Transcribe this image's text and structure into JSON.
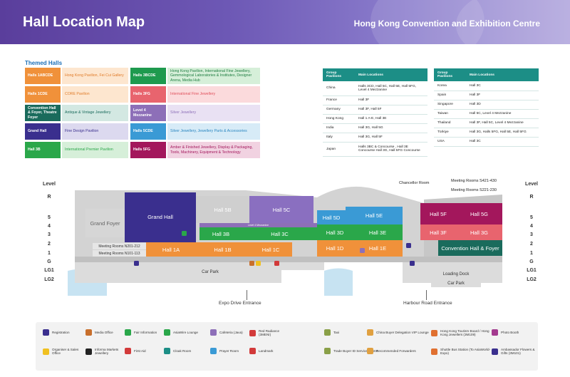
{
  "banner": {
    "title": "Hall Location Map",
    "subtitle": "Hong Kong Convention and Exhibition Centre"
  },
  "themed": {
    "title": "Themed Halls",
    "items": [
      {
        "code": "Halls 1ABCDE",
        "desc": "Hong Kong Pavilion, Fei Cui Gallery",
        "code_color": "#f0913a",
        "desc_bg": "#fde6cf",
        "desc_color": "#e07c2a"
      },
      {
        "code": "Halls 1CDE",
        "desc": "CORE Pavilion",
        "code_color": "#f0913a",
        "desc_bg": "#fde6cf",
        "desc_color": "#e07c2a"
      },
      {
        "code": "Convention Hall & Foyer, Theatre Foyer",
        "desc": "Antique & Vintage Jewellery",
        "code_color": "#1a6b5c",
        "desc_bg": "#d3e8e2",
        "desc_color": "#1a6b5c"
      },
      {
        "code": "Grand Hall",
        "desc": "Fine Design Pavilion",
        "code_color": "#3a2f8e",
        "desc_bg": "#dcd9ef",
        "desc_color": "#3a2f8e"
      },
      {
        "code": "Hall 3B",
        "desc": "International Premier Pavilion",
        "code_color": "#2aa74a",
        "desc_bg": "#d6efd9",
        "desc_color": "#2aa74a"
      },
      {
        "code": "Halls 3BCDE",
        "desc": "Hong Kong Pavilion, International Fine Jewellery, Gemmological Laboratories & Institutes, Designer Arena, Media Hub",
        "code_color": "#1e9a4e",
        "desc_bg": "#d6efd9",
        "desc_color": "#1e7d40"
      },
      {
        "code": "Halls 3FG",
        "desc": "International Fine Jewellery",
        "code_color": "#e8646e",
        "desc_bg": "#fbdadc",
        "desc_color": "#e0505c"
      },
      {
        "code": "Level 4 Mezzanine",
        "desc": "Silver Jewellery",
        "code_color": "#8d6fb8",
        "desc_bg": "#e9e1f3",
        "desc_color": "#8d6fb8"
      },
      {
        "code": "Halls 5CDE",
        "desc": "Silver Jewellery, Jewellery Parts & Accessories",
        "code_color": "#3a9ad5",
        "desc_bg": "#d7ebf7",
        "desc_color": "#2a86c0"
      },
      {
        "code": "Halls 5FG",
        "desc": "Amber & Finished Jewellery, Display & Packaging, Tools, Machinery, Equipment & Technology",
        "code_color": "#a3175c",
        "desc_bg": "#f1d2e1",
        "desc_color": "#a3175c"
      }
    ]
  },
  "group_table_1": {
    "headers": [
      "Group Pavilions",
      "Main Locations"
    ],
    "rows": [
      [
        "China",
        "Halls 3CD, Hall 5C, Hall 5E, Hall 5FG, Level 4 Mezzanine"
      ],
      [
        "France",
        "Hall 3F"
      ],
      [
        "Germany",
        "Hall 3F, Hall 5F"
      ],
      [
        "Hong Kong",
        "Hall 1 A-E, Hall 3E"
      ],
      [
        "India",
        "Hall 3G, Hall 5G"
      ],
      [
        "Italy",
        "Hall 3G, Hall 5F"
      ],
      [
        "Japan",
        "Halls 3BC & Concourse , Hall 3E Concourse Hall 3G, Hall 5FG Concourse"
      ]
    ]
  },
  "group_table_2": {
    "headers": [
      "Group Pavilions",
      "Main Locations"
    ],
    "rows": [
      [
        "Korea",
        "Hall 3C"
      ],
      [
        "Spain",
        "Hall 3F"
      ],
      [
        "Singapore",
        "Hall 3D"
      ],
      [
        "Taiwan",
        "Hall 5C, Level 4 Mezzanine"
      ],
      [
        "Thailand",
        "Hall 3F, Hall 5C, Level 4 Mezzanine"
      ],
      [
        "Türkiye",
        "Hall 3G, Halls 5FG, Hall 5E, Hall 5FG"
      ],
      [
        "USA",
        "Hall 3C"
      ]
    ]
  },
  "map": {
    "levels": [
      "Level",
      "R",
      "5",
      "4",
      "3",
      "2",
      "1",
      "G",
      "LG1",
      "LG2"
    ],
    "halls": {
      "grand_foyer": "Grand Foyer",
      "grand_hall": "Grand Hall",
      "hall_5b": "Hall 5B",
      "hall_5c": "Hall 5C",
      "hall_5d": "Hall 5D",
      "hall_5e": "Hall 5E",
      "hall_5f": "Hall 5F",
      "hall_5g": "Hall 5G",
      "mezz": "Level 4 Mezzanine",
      "hall_3b": "Hall 3B",
      "hall_3c": "Hall 3C",
      "hall_3d": "Hall 3D",
      "hall_3e": "Hall 3E",
      "hall_3f": "Hall 3F",
      "hall_3g": "Hall 3G",
      "conv_hall": "Convention Hall & Foyer",
      "hall_1a": "Hall 1A",
      "hall_1b": "Hall 1B",
      "hall_1c": "Hall 1C",
      "hall_1d": "Hall 1D",
      "hall_1e": "Hall 1E",
      "car_park_1": "Car Park",
      "car_park_2": "Car Park",
      "loading_dock": "Loading Dock"
    },
    "meeting_rooms_n201": "Meeting Rooms N201-212",
    "meeting_rooms_n101": "Meeting Rooms N101-113",
    "meeting_rooms_s421": "Meeting Rooms S421-430",
    "meeting_rooms_s221": "Meeting Rooms S221-230",
    "chancellor_room": "Chancellor Room",
    "expo_entrance": "Expo Drive Entrance",
    "harbour_entrance": "Harbour Road Entrance"
  },
  "legend": [
    {
      "label": "Registration",
      "icon": "registration-icon",
      "color": "#3a2f8e"
    },
    {
      "label": "Media Office",
      "icon": "media-office-icon",
      "color": "#c86f2c"
    },
    {
      "label": "Fair Information",
      "icon": "info-icon",
      "color": "#2aa74a"
    },
    {
      "label": "AsiaWire Lounge",
      "icon": "lounge-icon",
      "color": "#2aa74a"
    },
    {
      "label": "Cafeteria (Java)",
      "icon": "cafeteria-icon",
      "color": "#8d6fb8"
    },
    {
      "label": "Red Radiance (3MENI)",
      "icon": "red-radiance-icon",
      "color": "#d23a3a"
    },
    {
      "label": "Taxi",
      "icon": "taxi-icon",
      "color": "#8aa048"
    },
    {
      "label": "China Buyer Delegation VIP Lounge",
      "icon": "vip-lounge-icon",
      "color": "#e0a040"
    },
    {
      "label": "Hong Kong Tourism Board / Hong Kong Jewellers (3M109)",
      "icon": "tourism-icon",
      "color": "#e07030"
    },
    {
      "label": "Photo Booth",
      "icon": "photo-booth-icon",
      "color": "#a33a8e"
    },
    {
      "label": "Organiser & Sales Office",
      "icon": "organiser-icon",
      "color": "#f0c020"
    },
    {
      "label": "Informa Markets Jewellery",
      "icon": "informa-icon",
      "color": "#222222"
    },
    {
      "label": "First Aid",
      "icon": "first-aid-icon",
      "color": "#d23a3a"
    },
    {
      "label": "Cloak Room",
      "icon": "cloak-room-icon",
      "color": "#1c8e86"
    },
    {
      "label": "Prayer Room",
      "icon": "prayer-room-icon",
      "color": "#3a9ad5"
    },
    {
      "label": "Landmark",
      "icon": "landmark-icon",
      "color": "#d23a3a"
    },
    {
      "label": "Trade Buyer ID Service Centre",
      "icon": "buyer-id-icon",
      "color": "#8aa048"
    },
    {
      "label": "Recommended Forwarders",
      "icon": "forwarders-icon",
      "color": "#e0a040"
    },
    {
      "label": "Shuttle Bus Station (To AsiaWorld-Expo)",
      "icon": "shuttle-bus-icon",
      "color": "#e07030"
    },
    {
      "label": "Ambassador Flowers & Gifts (3M101)",
      "icon": "flowers-icon",
      "color": "#3a2f8e"
    }
  ]
}
